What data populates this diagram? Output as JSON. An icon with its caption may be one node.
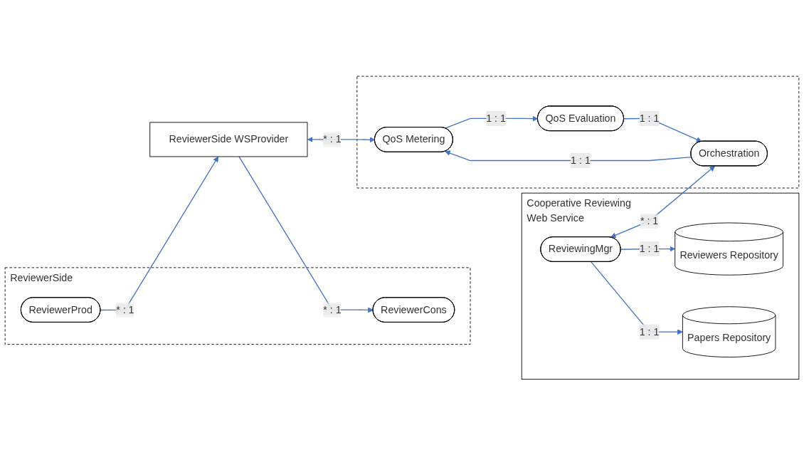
{
  "diagram": {
    "nodes": [
      {
        "text": [
          "Cooperative Reviewing Web Service"
        ]
      },
      {
        "text": [
          "ReviewingMgr"
        ],
        "in": 0
      },
      {
        "text": [
          "Reviewers Repository"
        ],
        "in": 0
      },
      {
        "text": [
          "Papers Repository"
        ],
        "in": 0
      },
      {
        "text": [
          "ReviewerSide"
        ]
      },
      {
        "text": [
          "ReviewerProd"
        ],
        "in": 4
      },
      {
        "text": [
          "ReviewerCons"
        ],
        "in": 4
      },
      {
        "text": [
          "ReviewerSide WSProvider"
        ]
      },
      {
        "text": [],
        "shape": "box"
      },
      {
        "text": [
          "QoS Metering"
        ],
        "in": 8
      },
      {
        "text": [
          "Orchestration"
        ],
        "in": 8
      },
      {
        "text": [
          "QoS Evaluation"
        ],
        "in": 8
      }
    ],
    "edges": [
      {
        "from": 1,
        "to": 2,
        "arrow": "to",
        "label": "1 : 1"
      },
      {
        "from": 1,
        "to": 3,
        "arrow": "to",
        "label": "1 : 1"
      },
      {
        "from": 1,
        "to": 10,
        "arrow": "both",
        "label": "* : 1"
      },
      {
        "from": 5,
        "to": 7,
        "arrow": "to",
        "label": "* : 1"
      },
      {
        "from": 7,
        "to": 6,
        "arrow": "to",
        "label": "* : 1"
      },
      {
        "from": 7,
        "to": 9,
        "arrow": "both",
        "label": "* : 1"
      },
      {
        "from": 10,
        "to": 9,
        "arrow": "to",
        "label": "1 : 1"
      },
      {
        "from": 9,
        "to": 11,
        "arrow": "to",
        "label": "1 : 1"
      },
      {
        "from": 11,
        "to": 10,
        "arrow": "to",
        "label": "1 : 1"
      }
    ]
  }
}
